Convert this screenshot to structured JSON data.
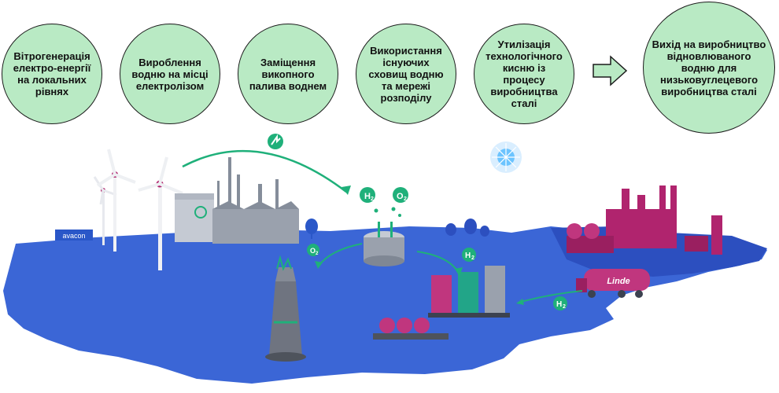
{
  "steps": [
    {
      "text": "Вітрогенерація електро-енергії на локальних рівнях"
    },
    {
      "text": "Вироблення водню на місці електролізом"
    },
    {
      "text": "Заміщення викопного палива воднем"
    },
    {
      "text": "Використання існуючих сховищ водню та мережі розподілу"
    },
    {
      "text": "Утилізація технологічного кисню із процесу виробництва сталі"
    }
  ],
  "result": {
    "text": "Вихід на виробництво відновлюваного водню для низьковуглецевого виробництва сталі"
  },
  "scene": {
    "brand_sign": "avacon",
    "truck_brand": "Linde",
    "h2_bubble": "H2",
    "o2_bubble": "O2",
    "h2_sub_main": "H",
    "h2_sub_digit": "2",
    "o2_sub_main": "O",
    "o2_sub_digit": "2"
  },
  "colors": {
    "circle_fill": "#b9eac4",
    "sea": "#3b66d6",
    "sea_dark": "#2c4fbf",
    "green_badge": "#1fb07a",
    "plant_magenta": "#b0246e",
    "factory_grey": "#9aa1ad"
  }
}
